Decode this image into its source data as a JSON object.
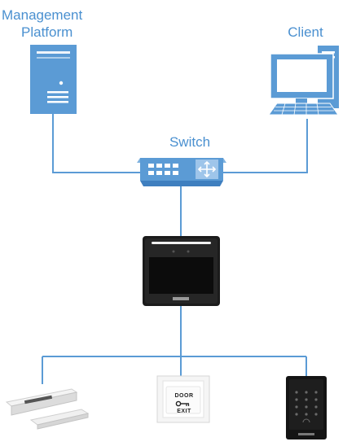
{
  "nodes": {
    "management_platform": {
      "label_line1": "Management",
      "label_line2": "Platform",
      "icon": "server-icon"
    },
    "client": {
      "label": "Client",
      "icon": "desktop-computer-icon"
    },
    "switch": {
      "label": "Switch",
      "icon": "network-switch-icon"
    },
    "terminal": {
      "icon": "face-recognition-terminal-icon"
    },
    "lock": {
      "icon": "magnetic-lock-icon"
    },
    "exit_button": {
      "icon": "exit-button-icon",
      "text_top": "DOOR",
      "text_bottom": "EXIT"
    },
    "card_reader": {
      "icon": "card-reader-icon"
    }
  },
  "colors": {
    "accent": "#4a90d0",
    "icon_fill": "#5b9bd5",
    "line": "#5b9bd5",
    "device_dark": "#1c1c1c"
  }
}
